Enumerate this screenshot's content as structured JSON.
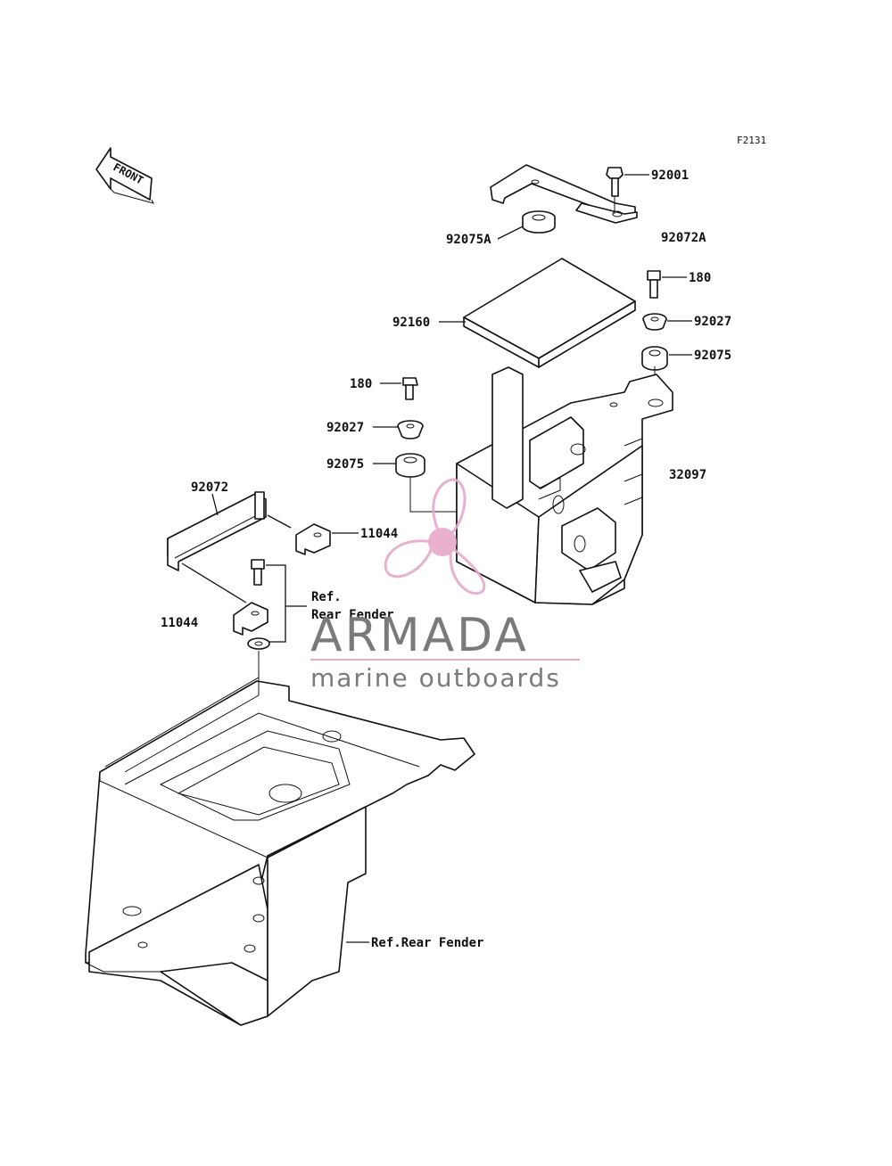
{
  "diagram_id": "F2131",
  "front_arrow_label": "FRONT",
  "parts": {
    "p92001": "92001",
    "p92072A": "92072A",
    "p92075A": "92075A",
    "p180_top": "180",
    "p92160": "92160",
    "p92027_right": "92027",
    "p92075_right": "92075",
    "p180_left": "180",
    "p92027_left": "92027",
    "p92075_left": "92075",
    "p32097": "32097",
    "p92072": "92072",
    "p11044_right": "11044",
    "p11044_left": "11044"
  },
  "refs": {
    "ref_line1": "Ref.",
    "ref_line2": "Rear Fender",
    "ref_bottom": "Ref.Rear Fender"
  },
  "watermark": {
    "brand": "ARMADA",
    "tagline": "marine outboards",
    "accent_color": "#e7a9c8",
    "text_color": "#7a7a7a"
  }
}
